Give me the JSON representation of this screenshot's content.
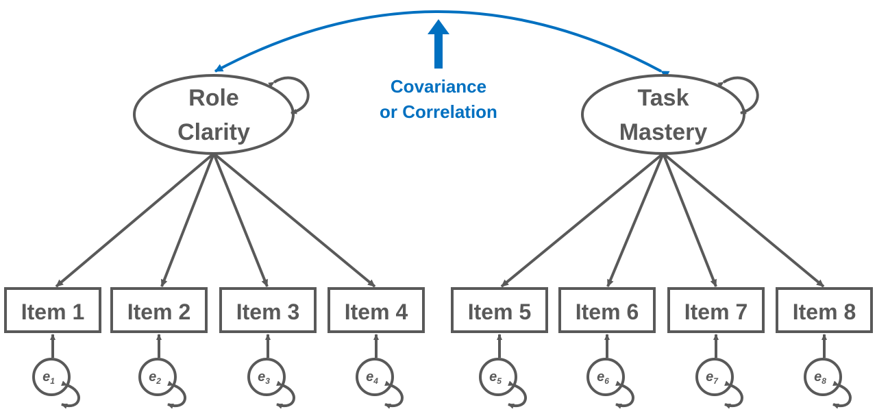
{
  "colors": {
    "line": "#595959",
    "accent": "#0070c0",
    "background": "#ffffff"
  },
  "annotation": {
    "line1": "Covariance",
    "line2": "or Correlation"
  },
  "factors": [
    {
      "id": "role-clarity",
      "line1": "Role",
      "line2": "Clarity"
    },
    {
      "id": "task-mastery",
      "line1": "Task",
      "line2": "Mastery"
    }
  ],
  "items": [
    {
      "label": "Item 1",
      "factor": 0,
      "error": {
        "symbol": "e",
        "subscript": "1"
      }
    },
    {
      "label": "Item 2",
      "factor": 0,
      "error": {
        "symbol": "e",
        "subscript": "2"
      }
    },
    {
      "label": "Item 3",
      "factor": 0,
      "error": {
        "symbol": "e",
        "subscript": "3"
      }
    },
    {
      "label": "Item 4",
      "factor": 0,
      "error": {
        "symbol": "e",
        "subscript": "4"
      }
    },
    {
      "label": "Item 5",
      "factor": 1,
      "error": {
        "symbol": "e",
        "subscript": "5"
      }
    },
    {
      "label": "Item 6",
      "factor": 1,
      "error": {
        "symbol": "e",
        "subscript": "6"
      }
    },
    {
      "label": "Item 7",
      "factor": 1,
      "error": {
        "symbol": "e",
        "subscript": "7"
      }
    },
    {
      "label": "Item 8",
      "factor": 1,
      "error": {
        "symbol": "e",
        "subscript": "8"
      }
    }
  ]
}
